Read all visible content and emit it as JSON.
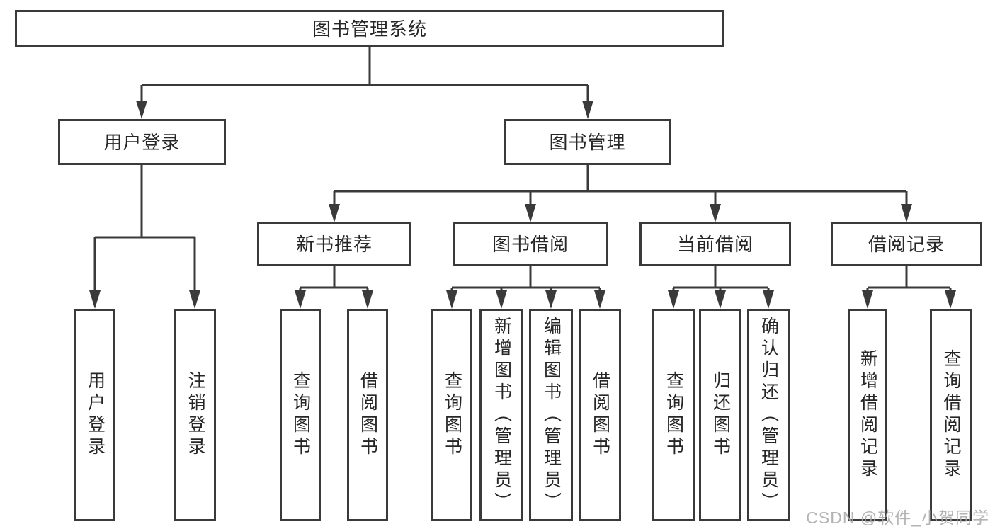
{
  "diagram": {
    "title": "图书管理系统",
    "colors": {
      "line": "#3a3a3a",
      "text": "#262626",
      "watermark": "#a8a8a8",
      "background": "#ffffff"
    },
    "nodes": {
      "root": {
        "label": "图书管理系统"
      },
      "user_login": {
        "label": "用户登录"
      },
      "book_mgmt": {
        "label": "图书管理"
      },
      "new_book_rec": {
        "label": "新书推荐"
      },
      "book_borrow": {
        "label": "图书借阅"
      },
      "current_borrow": {
        "label": "当前借阅"
      },
      "borrow_records": {
        "label": "借阅记录"
      },
      "leaf_user_login": {
        "label": "用户登录"
      },
      "leaf_logout_login": {
        "label": "注销登录"
      },
      "leaf_rec_query_book": {
        "label": "查询图书"
      },
      "leaf_rec_borrow_book": {
        "label": "借阅图书"
      },
      "leaf_bor_query_book": {
        "label": "查询图书"
      },
      "leaf_bor_add_book": {
        "label": "新增图书（管理员）"
      },
      "leaf_bor_edit_book": {
        "label": "编辑图书（管理员）"
      },
      "leaf_bor_borrow_book": {
        "label": "借阅图书"
      },
      "leaf_cur_query_book": {
        "label": "查询图书"
      },
      "leaf_cur_return_book": {
        "label": "归还图书"
      },
      "leaf_cur_confirm_return": {
        "label": "确认归还（管理员）"
      },
      "leaf_rcd_add_record": {
        "label": "新增借阅记录"
      },
      "leaf_rcd_query_record": {
        "label": "查询借阅记录"
      }
    }
  },
  "watermark": {
    "text": "CSDN @软件_小贺同学"
  }
}
